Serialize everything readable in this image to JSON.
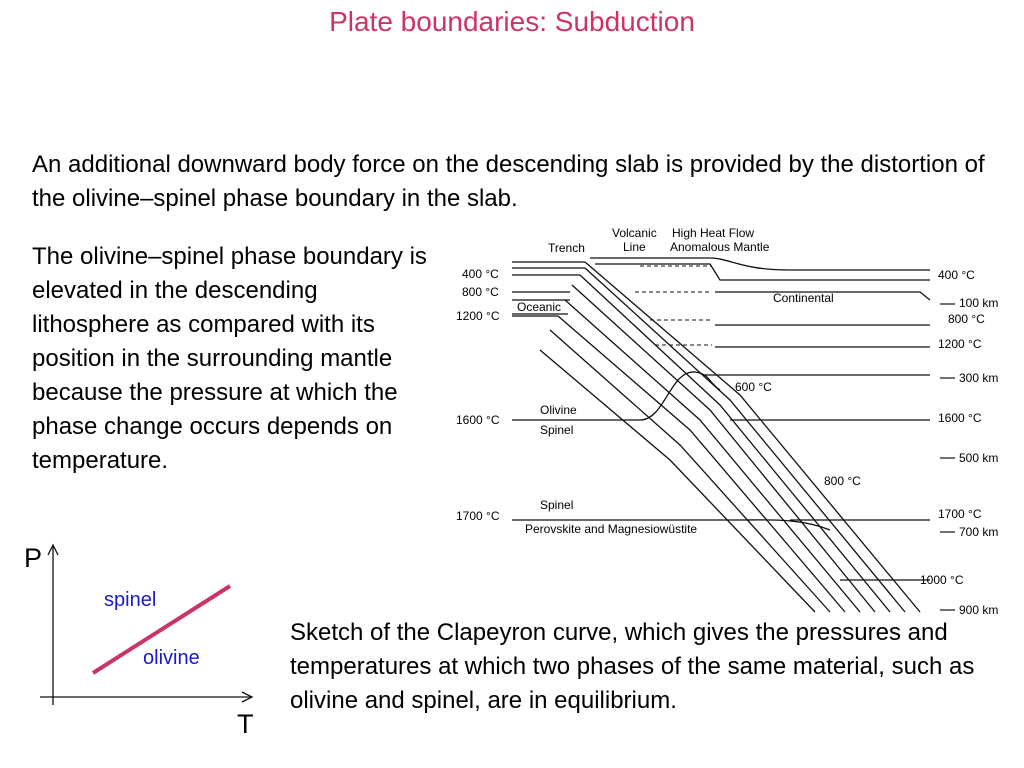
{
  "slide": {
    "title": "Plate boundaries: Subduction",
    "intro": "An additional downward body force on the descending slab is provided by the distortion of the olivine–spinel phase boundary in the slab.",
    "explanation": "The olivine–spinel phase boundary is elevated in the descending lithosphere as compared with its position in the surrounding mantle because the pressure at which the phase change occurs depends on temperature.",
    "clapeyron_caption": "Sketch of the Clapeyron curve, which gives the pressures and temperatures at which two phases of the same material, such as olivine and spinel, are in equilibrium."
  },
  "diagram": {
    "labels": {
      "trench": "Trench",
      "volcanic_1": "Volcanic",
      "volcanic_2": "Line",
      "heat_1": "High Heat Flow",
      "heat_2": "Anomalous Mantle",
      "oceanic": "Oceanic",
      "continental": "Continental",
      "olivine": "Olivine",
      "spinel_upper": "Spinel",
      "spinel_lower": "Spinel",
      "perovskite": "Perovskite and Magnesiowüstite"
    },
    "left_temps": [
      "400 °C",
      "800 °C",
      "1200 °C",
      "1600 °C",
      "1700 °C"
    ],
    "right_temps": [
      "400 °C",
      "800 °C",
      "1200 °C",
      "1600 °C",
      "1700 °C",
      "1000 °C"
    ],
    "slab_temps": [
      "600 °C",
      "800 °C"
    ],
    "depths": [
      "100 km",
      "300 km",
      "500 km",
      "700 km",
      "900 km"
    ]
  },
  "clapeyron": {
    "p_axis": "P",
    "t_axis": "T",
    "upper_phase": "spinel",
    "lower_phase": "olivine",
    "colors": {
      "line": "#cc3366",
      "phase_text": "#1a1acc"
    }
  }
}
